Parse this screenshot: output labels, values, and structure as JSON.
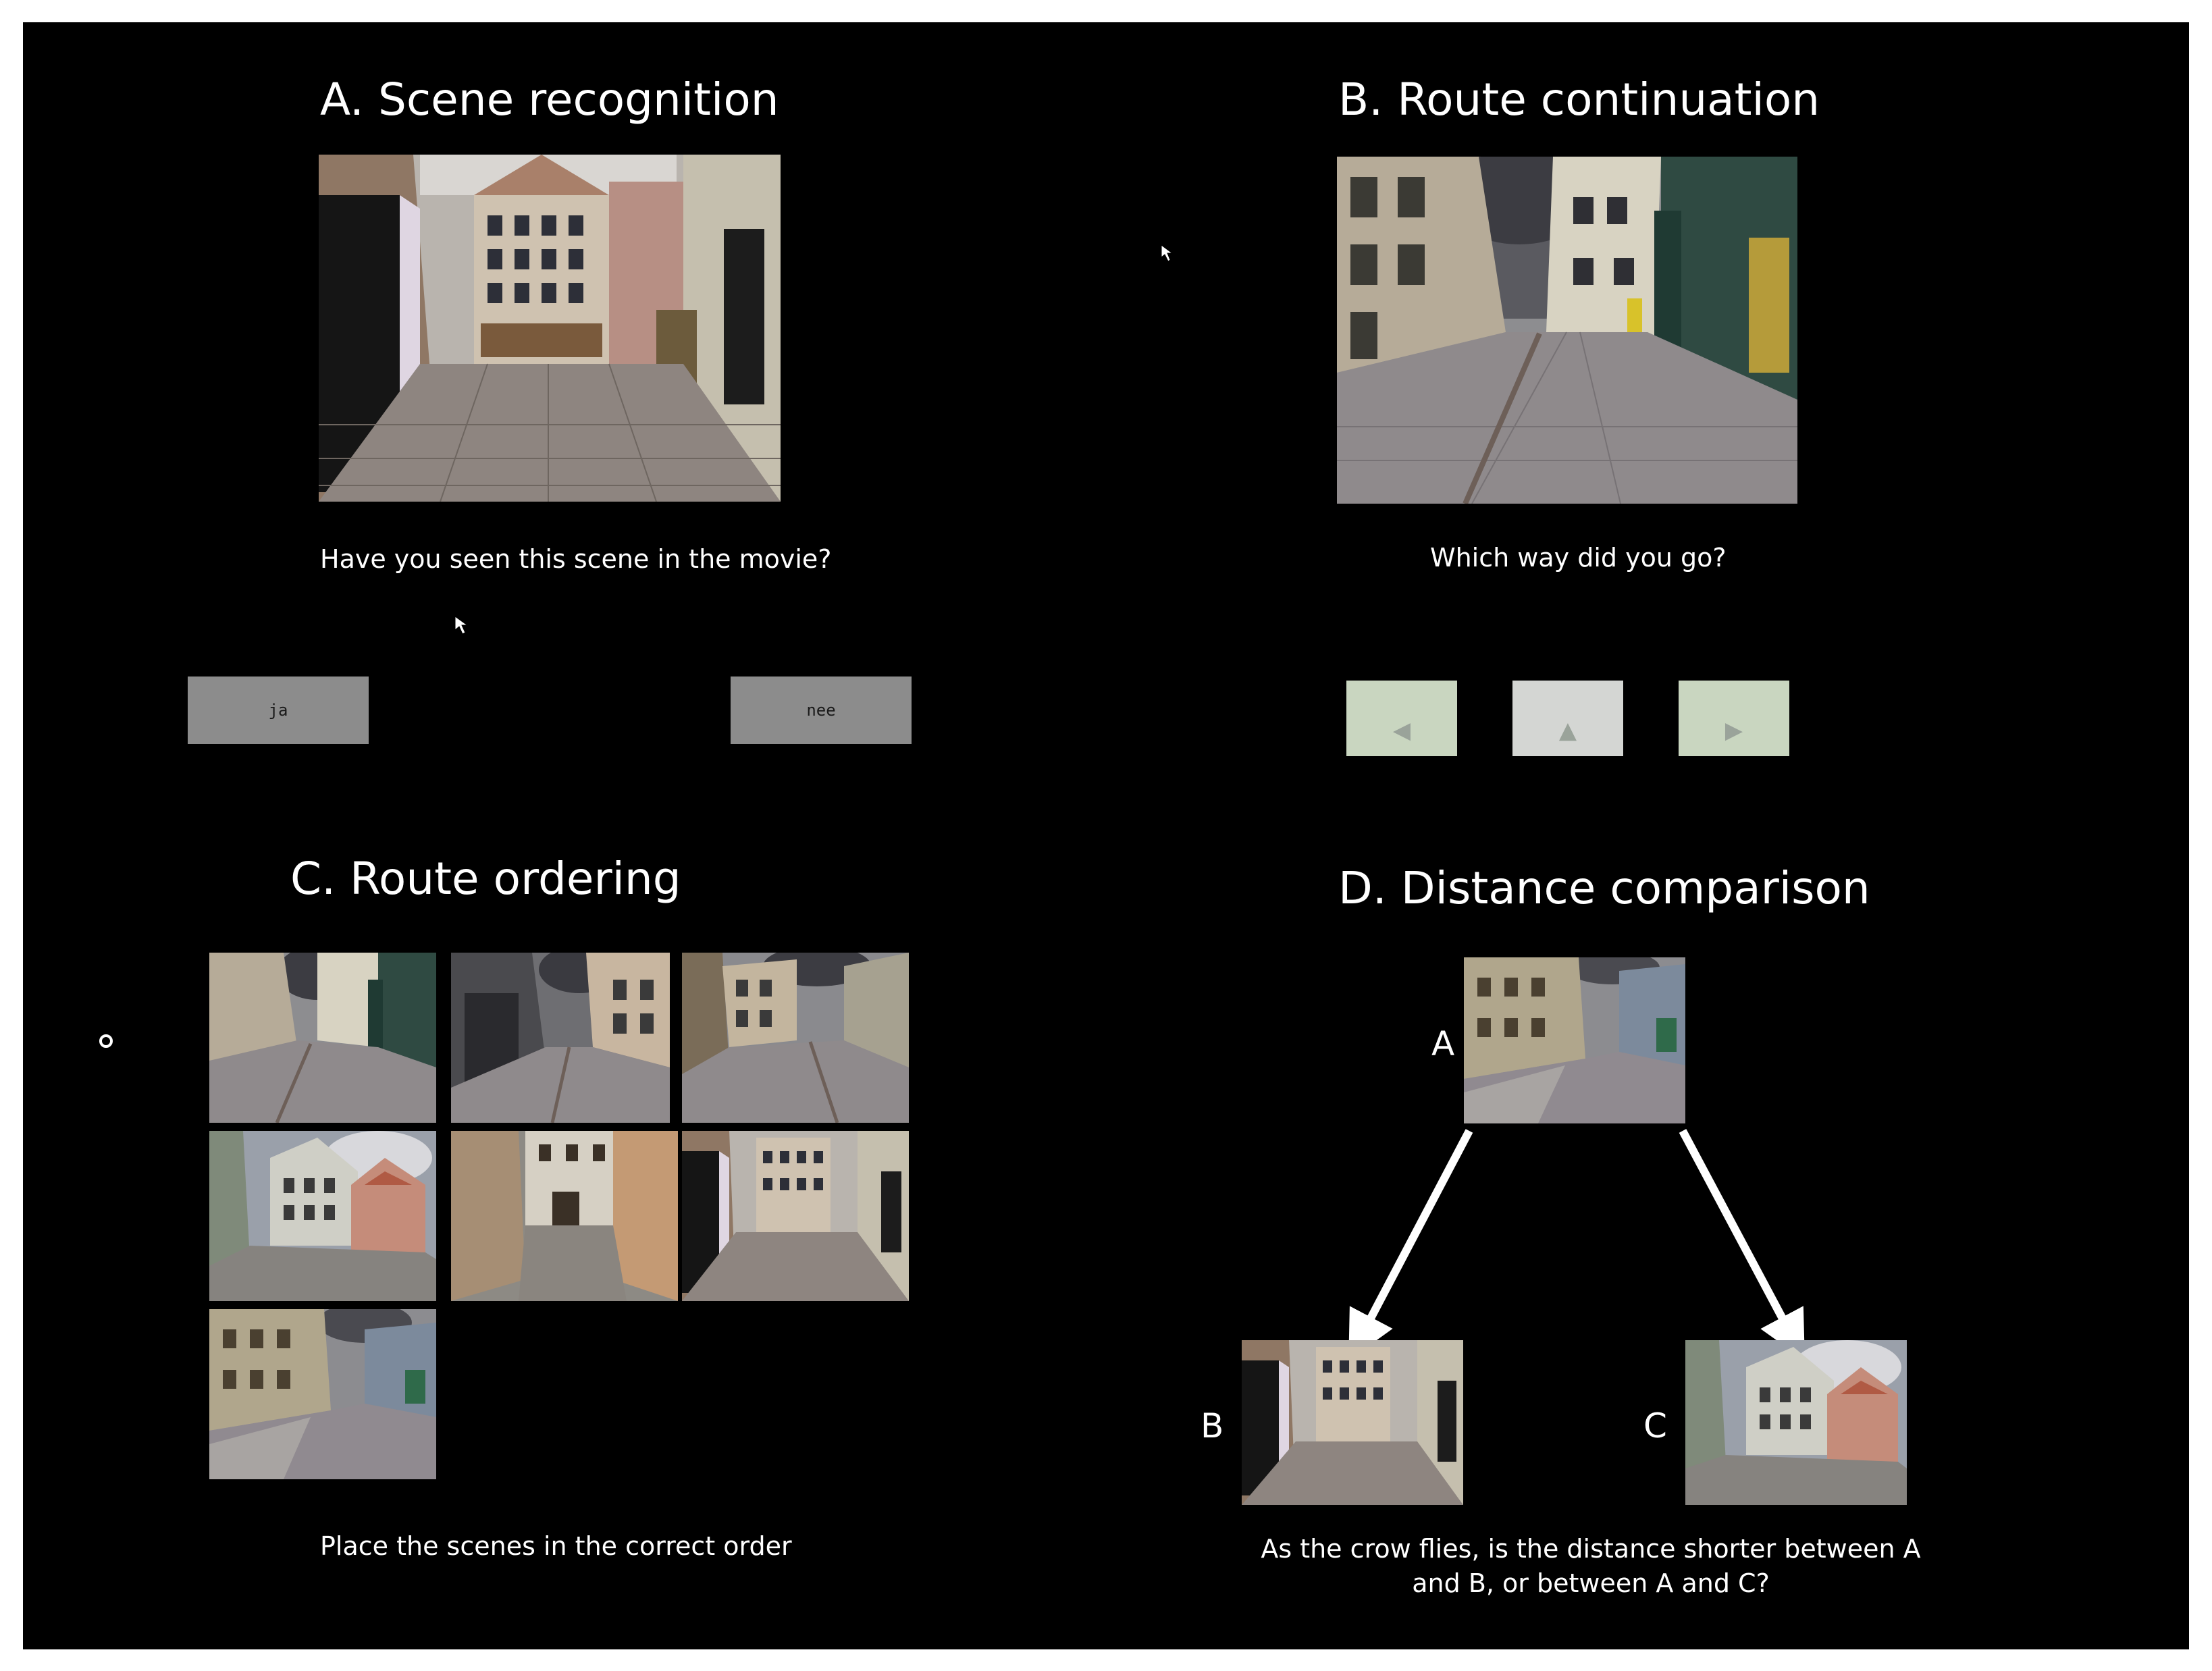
{
  "panels": {
    "a": {
      "title": "A. Scene recognition",
      "question": "Have you seen this scene in the movie?",
      "yes_label": "ja",
      "no_label": "nee"
    },
    "b": {
      "title": "B. Route continuation",
      "question": "Which way did you go?",
      "arrows": [
        {
          "icon": "arrow-left-icon",
          "glyph": "◀",
          "color": "#c9d6c0"
        },
        {
          "icon": "arrow-up-icon",
          "glyph": "▲",
          "color": "#d4d6d3"
        },
        {
          "icon": "arrow-right-icon",
          "glyph": "▶",
          "color": "#c9d6c0"
        }
      ]
    },
    "c": {
      "title": "C. Route ordering",
      "instruction": "Place the scenes in the correct order"
    },
    "d": {
      "title": "D. Distance comparison",
      "label_a": "A",
      "label_b": "B",
      "label_c": "C",
      "question_line1": "As the crow flies, is the distance shorter between A",
      "question_line2": "and B, or between A and C?"
    }
  },
  "colors": {
    "background": "#000000",
    "frame": "#ffffff",
    "button_gray": "#8c8c8c",
    "text": "#ffffff"
  }
}
